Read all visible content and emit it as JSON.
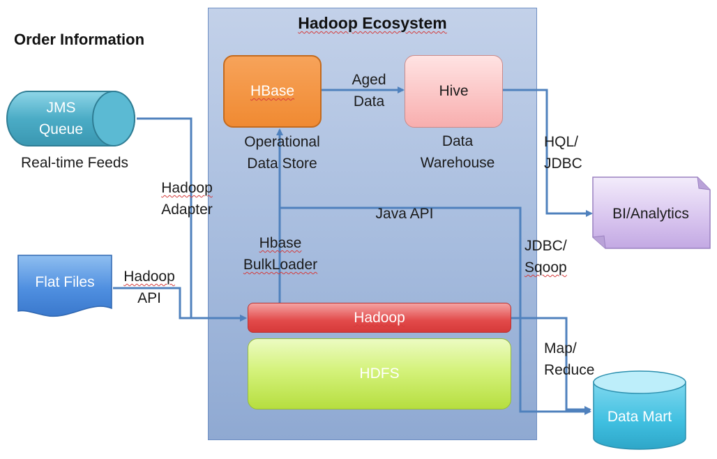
{
  "page_title": "Order Information",
  "ecosystem": {
    "title": "Hadoop Ecosystem"
  },
  "nodes": {
    "hbase": "HBase",
    "hive": "Hive",
    "hadoop": "Hadoop",
    "hdfs": "HDFS",
    "jms_line1": "JMS",
    "jms_line2": "Queue",
    "flat_files": "Flat Files",
    "bi_analytics": "BI/Analytics",
    "data_mart": "Data Mart"
  },
  "captions": {
    "hbase_line1": "Operational",
    "hbase_line2": "Data Store",
    "hive_line1": "Data",
    "hive_line2": "Warehouse",
    "jms": "Real-time Feeds"
  },
  "edge_labels": {
    "aged_line1": "Aged",
    "aged_line2": "Data",
    "hadoop_adapter_line1": "Hadoop",
    "hadoop_adapter_line2": "Adapter",
    "hadoop_api_line1": "Hadoop",
    "hadoop_api_line2": "API",
    "java_api": "Java API",
    "bulkloader_line1": "Hbase",
    "bulkloader_line2": "BulkLoader",
    "hql_line1": "HQL/",
    "hql_line2": "JDBC",
    "jdbc_line1": "JDBC/",
    "jdbc_line2": "Sqoop",
    "mapreduce_line1": "Map/",
    "mapreduce_line2": "Reduce"
  },
  "colors": {
    "connector": "#4f81bd",
    "hbase_fill": "#f79646",
    "hive_fill": "#f9b4b4",
    "hadoop_fill": "#e05050",
    "hdfs_fill": "#c9ea5c",
    "jms_fill": "#4bacc6",
    "flat_files_fill": "#4f8fe0",
    "bi_fill": "#d7c3ee",
    "data_mart_fill": "#3fbfe0"
  }
}
